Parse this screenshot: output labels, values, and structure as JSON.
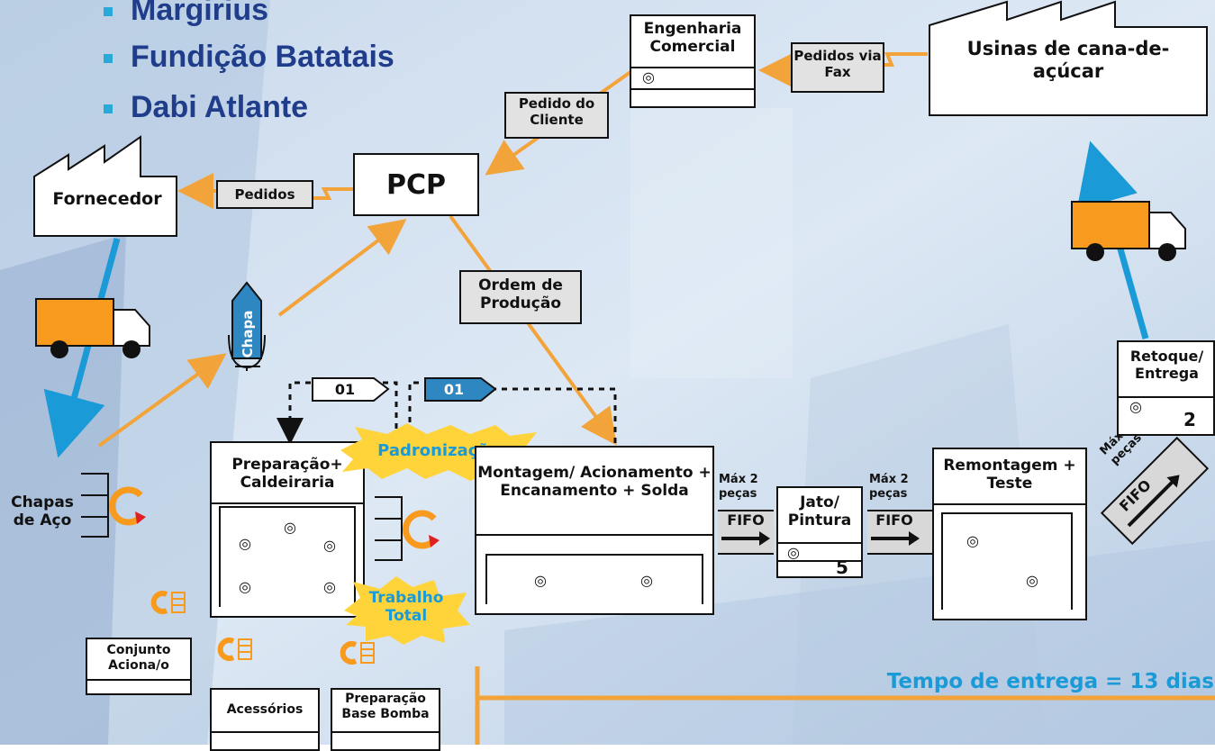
{
  "bullets": [
    "Margirius",
    "Fundição Batatais",
    "Dabi Atlante"
  ],
  "nodes": {
    "engenharia": "Engenharia Comercial",
    "usinas": "Usinas de cana-de-açúcar",
    "pcp": "PCP",
    "fornecedor": "Fornecedor",
    "retoque": "Retoque/ Entrega",
    "retoque_count": "2",
    "preparacao": "Preparação+ Caldeiraria",
    "montagem": "Montagem/ Acionamento + Encanamento + Solda",
    "jato": "Jato/ Pintura",
    "jato_count": "5",
    "remontagem": "Remontagem + Teste",
    "chapas": "Chapas de Aço",
    "conjunto": "Conjunto Aciona/o",
    "acessorios": "Acessórios",
    "base_bomba": "Preparação Base Bomba"
  },
  "flows": {
    "pedidos_fax": "Pedidos via Fax",
    "pedido_cliente": "Pedido do Cliente",
    "pedidos": "Pedidos",
    "ordem": "Ordem de Produção",
    "kanban_label": "Chapa",
    "kanban_card1": "01",
    "kanban_card2": "01"
  },
  "kaizen": {
    "padronizacao": "Padronização",
    "trabalho_total": "Trabalho Total"
  },
  "fifo": {
    "max1": "Máx 2 peças",
    "max2": "Máx 2 peças",
    "max3": "Máx 2 peças",
    "label": "FIFO"
  },
  "lead_time": "Tempo de entrega = 13 dias",
  "colors": {
    "arrow_orange": "#f2a33a",
    "truck_orange": "#f89a1e",
    "info_blue": "#1a9ad6",
    "title_blue": "#1f3d8a",
    "card_blue": "#2f87c2",
    "burst_yellow": "#ffd43b"
  }
}
